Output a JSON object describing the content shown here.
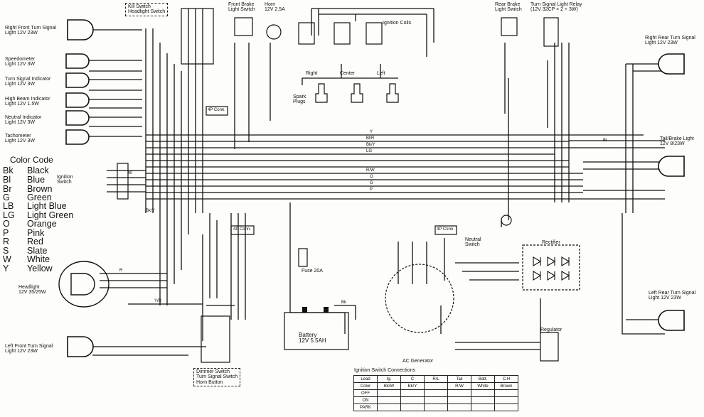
{
  "components": {
    "right_front_turn": [
      "Right Front Turn Signal",
      "Light 12V 23W"
    ],
    "speedometer": [
      "Speedometer",
      "Light 12V 3W"
    ],
    "turn_indicator": [
      "Turn Signal Indicator",
      "Light 12V 3W"
    ],
    "high_beam": [
      "High Beam Indicator",
      "Light 12V 1.5W"
    ],
    "neutral_indicator": [
      "Neutral Indicator",
      "Light 12V 3W"
    ],
    "tachometer": [
      "Tachometer",
      "Light 12V 3W"
    ],
    "kill_switch": [
      "Kill Switch",
      "Headlight Switch"
    ],
    "front_brake": [
      "Front Brake",
      "Light Switch"
    ],
    "horn": [
      "Horn",
      "12V 2.5A"
    ],
    "ignition_coils": "Ignition Coils",
    "coil_right": "Right",
    "coil_center": "Center",
    "coil_left": "Left",
    "spark_plugs": [
      "Spark",
      "Plugs"
    ],
    "rear_brake": [
      "Rear Brake",
      "Light Switch"
    ],
    "relay": [
      "Turn Signal Light Relay",
      "(12V 32CP × 2 + 3W)"
    ],
    "right_rear_turn": [
      "Right Rear Turn Signal",
      "Light 12V 23W"
    ],
    "tail_brake": [
      "Tail/Brake Light",
      "12V 8/23W"
    ],
    "ignition_switch": [
      "Ignition",
      "Switch"
    ],
    "headlight": [
      "Headlight",
      "12V 35/25W"
    ],
    "left_front_turn": [
      "Left Front Turn Signal",
      "Light 12V 23W"
    ],
    "dimmer_switch": [
      "Dimmer Switch",
      "Turn Signal Switch",
      "Horn Button"
    ],
    "fuse": "Fuse 20A",
    "battery": [
      "Battery",
      "12V 5.5AH"
    ],
    "neutral_switch": [
      "Neutral",
      "Switch"
    ],
    "rectifier": "Rectifier",
    "ac_generator": "AC Generator",
    "regulator": "Regulator",
    "left_rear_turn": [
      "Left Rear Turn Signal",
      "Light 12V 23W"
    ],
    "conn_4p": "4P Conn."
  },
  "color_code": {
    "title": "Color Code",
    "entries": [
      {
        "code": "Bk",
        "name": "Black"
      },
      {
        "code": "Bl",
        "name": "Blue"
      },
      {
        "code": "Br",
        "name": "Brown"
      },
      {
        "code": "G",
        "name": "Green"
      },
      {
        "code": "LB",
        "name": "Light Blue"
      },
      {
        "code": "LG",
        "name": "Light Green"
      },
      {
        "code": "O",
        "name": "Orange"
      },
      {
        "code": "P",
        "name": "Pink"
      },
      {
        "code": "R",
        "name": "Red"
      },
      {
        "code": "S",
        "name": "Slate"
      },
      {
        "code": "W",
        "name": "White"
      },
      {
        "code": "Y",
        "name": "Yellow"
      }
    ]
  },
  "wire_labels": {
    "bus_y": "Y",
    "bus_blr": "Bl/R",
    "bus_bky": "Bk/Y",
    "bus_lg": "LG",
    "bus_rw": "R/W",
    "bus_o": "O",
    "bus_g": "G",
    "bus_p": "P",
    "bk": "Bk",
    "r": "R",
    "w": "W",
    "bky2": "Bk/Y",
    "yr": "Y/R",
    "bl": "Bl"
  },
  "ignition_table": {
    "title": "Ignition Switch Connections",
    "header": [
      "Lead",
      "Ig.",
      "C",
      "R/L",
      "Tail",
      "Batt.",
      "C.H"
    ],
    "rows": [
      [
        "Color",
        "Bk/W",
        "Bk/Y",
        "",
        "R/W",
        "White",
        "Brown"
      ],
      [
        "OFF",
        "",
        "",
        "",
        "",
        "",
        ""
      ],
      [
        "ON",
        "",
        "",
        "",
        "",
        "",
        ""
      ],
      [
        "PARK",
        "",
        "",
        "",
        "",
        "",
        ""
      ]
    ]
  }
}
